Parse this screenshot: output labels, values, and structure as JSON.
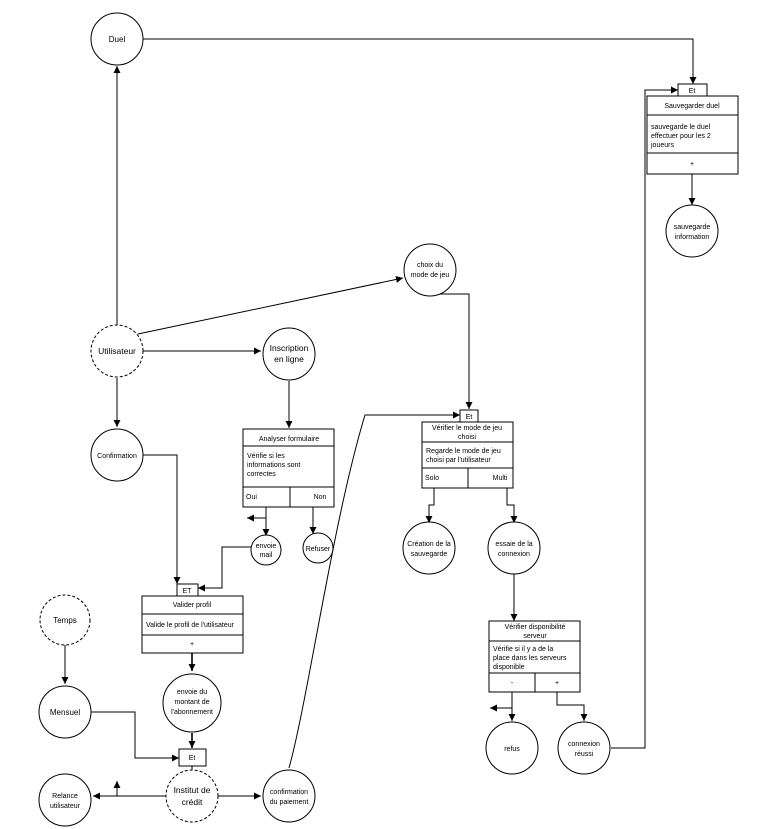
{
  "nodes": {
    "duel": "Duel",
    "utilisateur": "Utilisateur",
    "inscription": [
      "Inscription",
      "en ligne"
    ],
    "confirmation": "Confirmation",
    "choix_mode": [
      "choix du",
      "mode de jeu"
    ],
    "sauvegarde_info": [
      "sauvegarde",
      "information"
    ],
    "creation_sauvegarde": [
      "Création de la",
      "sauvegarde"
    ],
    "essaie_connexion": [
      "essaie de la",
      "connexion"
    ],
    "envoie_mail": [
      "envoie",
      "mail"
    ],
    "refuser": "Refuser",
    "temps": "Temps",
    "mensuel": "Mensuel",
    "envoie_montant": [
      "envoie du",
      "montant de",
      "l'abonnement"
    ],
    "refus": "refus",
    "connexion_reussi": [
      "connexion",
      "réussi"
    ],
    "relance": [
      "Relance",
      "utilisateur"
    ],
    "institut": [
      "Institut de",
      "crédit"
    ],
    "confirmation_paiement": [
      "confirmation",
      "du paiement"
    ]
  },
  "boxes": {
    "sauvegarder_duel": {
      "tag": "Et",
      "title": "Sauvegarder duel",
      "body": [
        "sauvegarde le duel",
        "effectuer pour les 2",
        "joueurs"
      ],
      "footer": "+"
    },
    "analyser_formulaire": {
      "title": "Analyser formulaire",
      "body": [
        "Vérifie si les",
        "informations sont",
        "correctes"
      ],
      "footer_left": "Oui",
      "footer_right": "Non"
    },
    "verifier_mode": {
      "tag": "Et",
      "title": [
        "Vérifier le mode de jeu",
        "choisi"
      ],
      "body": [
        "Regarde le mode de jeu",
        "choisi par l'utilisateur"
      ],
      "footer_left": "Solo",
      "footer_right": "Multi"
    },
    "valider_profil": {
      "tag": "ET",
      "title": "Valider profil",
      "body": [
        "Valide le profil de l'utilisateur"
      ],
      "footer": "+"
    },
    "verifier_dispo": {
      "title": [
        "Vérifier disponibilité",
        "serveur"
      ],
      "body": [
        "Vérifie si il y a de la",
        "place dans les serveurs",
        "disponible"
      ],
      "footer_left": "-",
      "footer_right": "+"
    },
    "et_paiement": {
      "tag": "Et"
    }
  }
}
